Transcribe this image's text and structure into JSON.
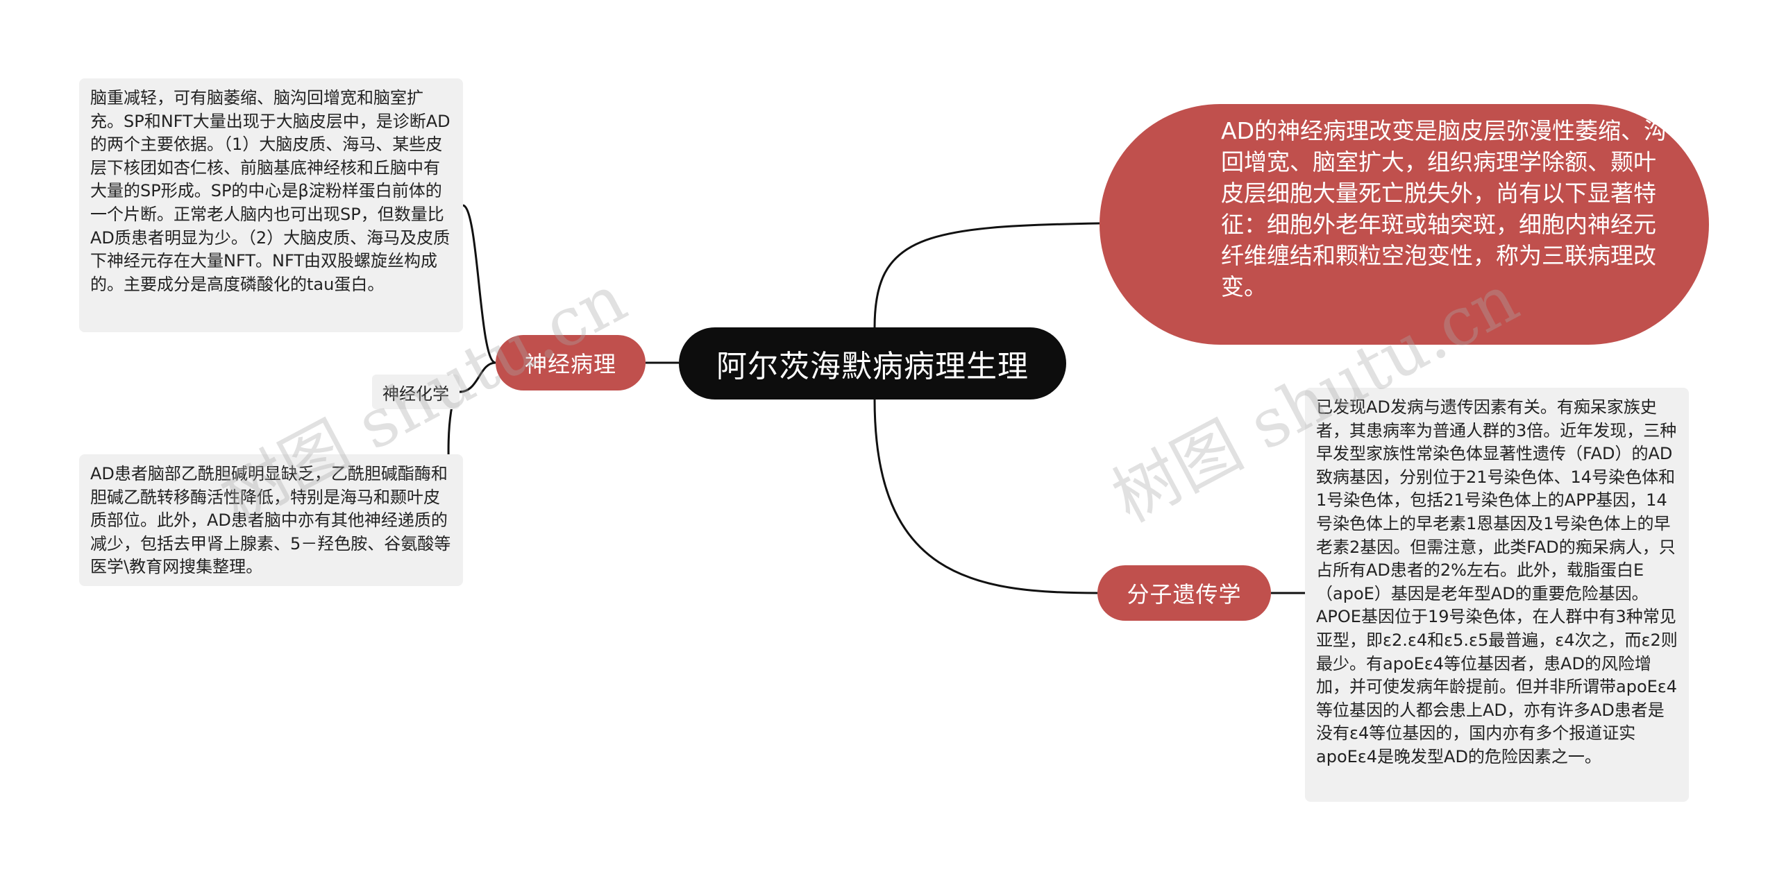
{
  "root": {
    "title": "阿尔茨海默病病理生理"
  },
  "branches": {
    "pathology_overview": "AD的神经病理改变是脑皮层弥漫性萎缩、沟回增宽、脑室扩大，组织病理学除额、颞叶皮层细胞大量死亡脱失外，尚有以下显著特征：细胞外老年斑或轴突斑，细胞内神经元纤维缠结和颗粒空泡变性，称为三联病理改变。",
    "neuropathology": {
      "label": "神经病理",
      "note": "脑重减轻，可有脑萎缩、脑沟回增宽和脑室扩充。SP和NFT大量出现于大脑皮层中，是诊断AD的两个主要依据。（1）大脑皮质、海马、某些皮层下核团如杏仁核、前脑基底神经核和丘脑中有大量的SP形成。SP的中心是β淀粉样蛋白前体的一个片断。正常老人脑内也可出现SP，但数量比AD质患者明显为少。（2）大脑皮质、海马及皮质下神经元存在大量NFT。NFT由双股螺旋丝构成的。主要成分是高度磷酸化的tau蛋白。"
    },
    "neurochemistry": {
      "label": "神经化学",
      "note": "AD患者脑部乙酰胆碱明显缺乏，乙酰胆碱酯酶和胆碱乙酰转移酶活性降低，特别是海马和颞叶皮质部位。此外，AD患者脑中亦有其他神经递质的减少，包括去甲肾上腺素、5－羟色胺、谷氨酸等医学\\教育网搜集整理。"
    },
    "molecular_genetics": {
      "label": "分子遗传学",
      "note": "已发现AD发病与遗传因素有关。有痴呆家族史者，其患病率为普通人群的3倍。近年发现，三种早发型家族性常染色体显著性遗传（FAD）的AD致病基因，分别位于21号染色体、14号染色体和1号染色体，包括21号染色体上的APP基因，14号染色体上的早老素1恩基因及1号染色体上的早老素2基因。但需注意，此类FAD的痴呆病人，只占所有AD患者的2%左右。此外，载脂蛋白E（apoE）基因是老年型AD的重要危险基因。APOE基因位于19号染色体，在人群中有3种常见亚型，即ε2.ε4和ε5.ε5最普遍，ε4次之，而ε2则最少。有apoEε4等位基因者，患AD的风险增加，并可使发病年龄提前。但并非所谓带apoEε4等位基因的人都会患上AD，亦有许多AD患者是没有ε4等位基因的，国内亦有多个报道证实apoEε4是晚发型AD的危险因素之一。"
    }
  },
  "watermark": {
    "text": "树图 shutu.cn"
  },
  "colors": {
    "root_bg": "#0d0d0d",
    "branch_red": "#c0504d",
    "note_bg": "#f0f0f0",
    "line": "#111111"
  }
}
